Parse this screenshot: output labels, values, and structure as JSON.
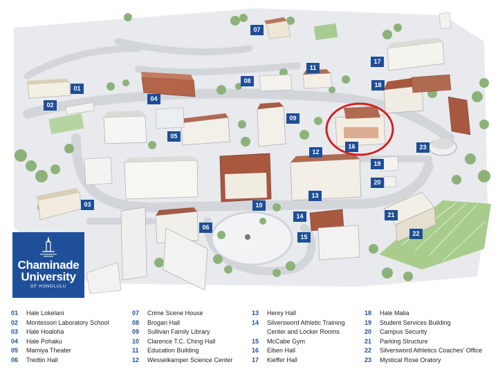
{
  "logo": {
    "line1": "Chaminade",
    "line2": "University",
    "line3": "OF HONOLULU"
  },
  "markers": [
    "01",
    "02",
    "03",
    "04",
    "05",
    "06",
    "07",
    "08",
    "09",
    "10",
    "11",
    "12",
    "13",
    "14",
    "15",
    "16",
    "17",
    "18",
    "19",
    "20",
    "21",
    "22",
    "23"
  ],
  "legend": {
    "col1": [
      {
        "num": "01",
        "label": "Hale Lokelani"
      },
      {
        "num": "02",
        "label": "Montessori Laboratory School"
      },
      {
        "num": "03",
        "label": "Hale Hoaloha"
      },
      {
        "num": "04",
        "label": "Hale Pohaku"
      },
      {
        "num": "05",
        "label": "Mamiya Theater"
      },
      {
        "num": "06",
        "label": "Tredtin Hall"
      }
    ],
    "col2": [
      {
        "num": "07",
        "label": "Crime Scene House"
      },
      {
        "num": "08",
        "label": "Brogan Hall"
      },
      {
        "num": "09",
        "label": "Sullivan Family Library"
      },
      {
        "num": "10",
        "label": "Clarence T.C. Ching Hall"
      },
      {
        "num": "11",
        "label": "Education Building"
      },
      {
        "num": "12",
        "label": "Wesselkamper Science Center"
      }
    ],
    "col3": [
      {
        "num": "13",
        "label": "Henry Hall"
      },
      {
        "num": "14",
        "label": "Silversword Athletic Training Center and Locker Rooms"
      },
      {
        "num": "15",
        "label": "McCabe Gym"
      },
      {
        "num": "16",
        "label": "Eiben Hall"
      },
      {
        "num": "17",
        "label": "Kieffer Hall"
      }
    ],
    "col4": [
      {
        "num": "18",
        "label": "Hale Malia"
      },
      {
        "num": "19",
        "label": "Student Services Building"
      },
      {
        "num": "20",
        "label": "Campus Security"
      },
      {
        "num": "21",
        "label": "Parking Structure"
      },
      {
        "num": "22",
        "label": "Silversword Athletics Coaches' Office"
      },
      {
        "num": "23",
        "label": "Mystical Rose Oratory"
      }
    ]
  },
  "colors": {
    "marker_blue": "#1f4e96",
    "highlight_circle": "#d42020",
    "ground": "#e9ebee",
    "road": "#d4d8dd",
    "trees": "#8bb07a",
    "field": "#a9cc8e",
    "roof_brown": "#a0523d",
    "building_white": "#f4f4f0"
  },
  "highlight": {
    "target": "16",
    "shape": "red-ellipse"
  }
}
